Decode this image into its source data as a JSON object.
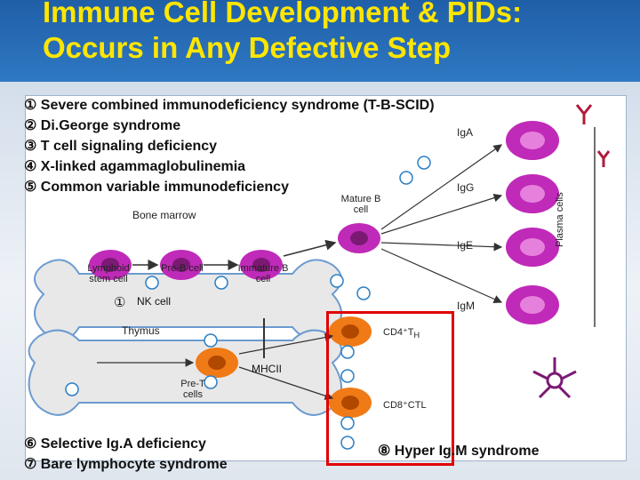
{
  "title": {
    "line1": "Immune Cell Development & PIDs:",
    "line2": "Occurs in Any Defective Step"
  },
  "legend_top": [
    "① Severe combined immunodeficiency syndrome (T-B-SCID)",
    "② Di.George syndrome",
    "③ T cell signaling deficiency",
    "④ X-linked agammaglobulinemia",
    "⑤ Common variable immunodeficiency"
  ],
  "legend_bottom": [
    "⑥ Selective Ig.A deficiency",
    "⑦ Bare lymphocyte syndrome"
  ],
  "legend_right": "⑧ Hyper Ig.M syndrome",
  "diagram": {
    "bone_marrow": "Bone marrow",
    "thymus": "Thymus",
    "lymphoid_stem": "Lymphoid stem cell",
    "pre_b": "Pre-B cell",
    "immature_b": "Immature B cell",
    "mature_b": "Mature B cell",
    "pre_t": "Pre-T cells",
    "cd4": "CD4⁺T",
    "cd4_sub": "H",
    "cd8": "CD8⁺CTL",
    "iga": "IgA",
    "igg": "IgG",
    "ige": "IgE",
    "igm": "IgM",
    "plasma": "Plasma cells",
    "nk_num": "①",
    "nk": "NK cell",
    "mhcii": "MHCII"
  },
  "colors": {
    "title_band": "#2f78c2",
    "title_text": "#ffe600",
    "cell_purple": "#c02ab8",
    "cell_orange": "#f07a16",
    "highlight_box": "#e00000",
    "marker_blue": "#2a7fc4"
  }
}
